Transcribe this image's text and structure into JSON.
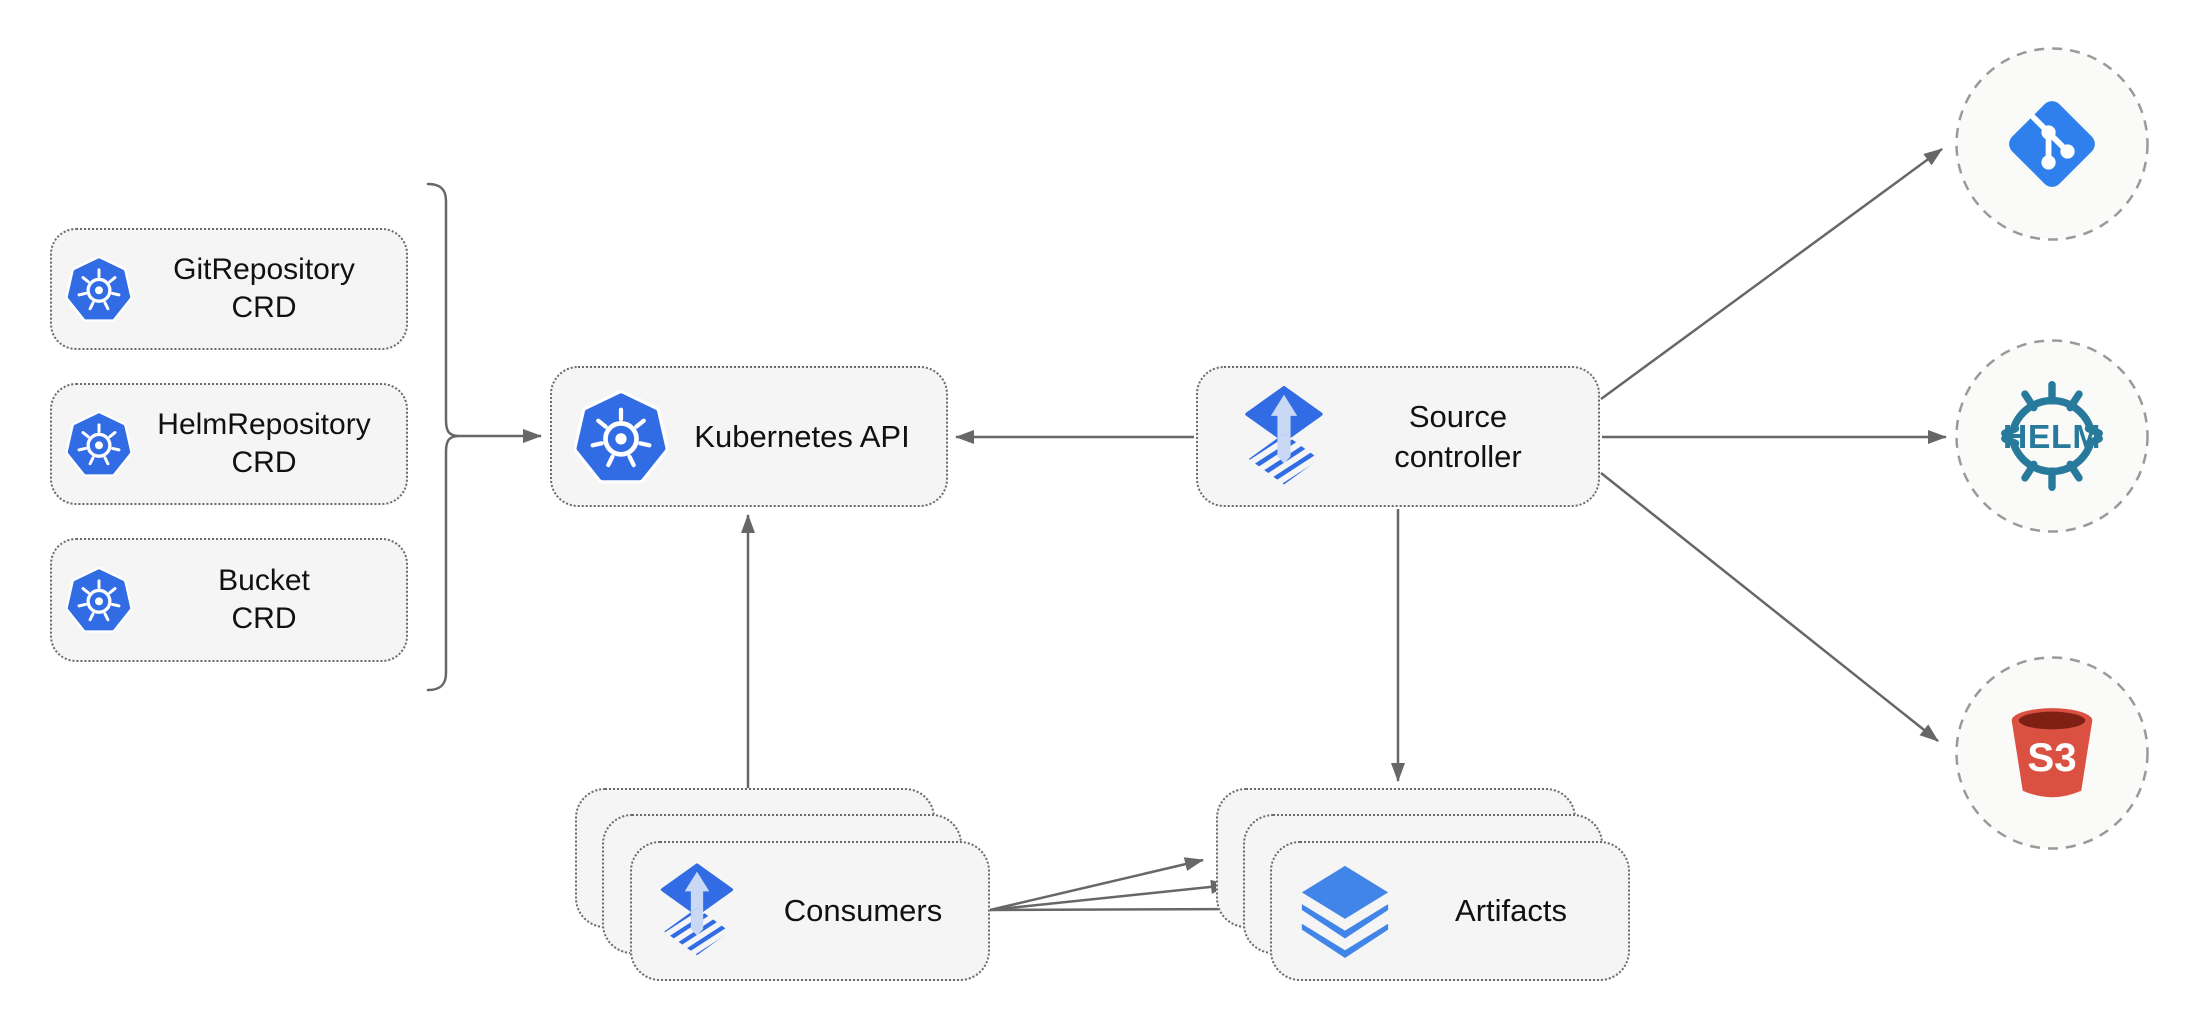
{
  "diagram": {
    "description": "Flux source-controller architecture diagram",
    "nodes": {
      "git_repository_crd": {
        "line1": "GitRepository",
        "line2": "CRD",
        "icon": "kubernetes"
      },
      "helm_repository_crd": {
        "line1": "HelmRepository",
        "line2": "CRD",
        "icon": "kubernetes"
      },
      "bucket_crd": {
        "line1": "Bucket",
        "line2": "CRD",
        "icon": "kubernetes"
      },
      "kubernetes_api": {
        "label": "Kubernetes API",
        "icon": "kubernetes"
      },
      "source_controller": {
        "line1": "Source",
        "line2": "controller",
        "icon": "flux"
      },
      "consumers": {
        "label": "Consumers",
        "icon": "flux",
        "stack_count": 3
      },
      "artifacts": {
        "label": "Artifacts",
        "icon": "layers",
        "stack_count": 3
      },
      "git_endpoint": {
        "icon": "git"
      },
      "helm_endpoint": {
        "icon": "helm",
        "label": "HELM"
      },
      "s3_endpoint": {
        "icon": "s3-bucket",
        "label": "S3"
      }
    },
    "edges": [
      {
        "from": "crd-group-bracket",
        "to": "kubernetes_api",
        "style": "arrow"
      },
      {
        "from": "source_controller",
        "to": "kubernetes_api",
        "style": "arrow"
      },
      {
        "from": "consumers",
        "to": "kubernetes_api",
        "style": "arrow"
      },
      {
        "from": "source_controller",
        "to": "artifacts",
        "style": "arrow"
      },
      {
        "from": "source_controller",
        "to": "git_endpoint",
        "style": "arrow"
      },
      {
        "from": "source_controller",
        "to": "helm_endpoint",
        "style": "arrow"
      },
      {
        "from": "source_controller",
        "to": "s3_endpoint",
        "style": "arrow"
      },
      {
        "from": "consumers",
        "to": "artifacts",
        "style": "triple-fan-arrow"
      }
    ],
    "colors": {
      "kubernetes_blue": "#326CE5",
      "flux_blue": "#316CE4",
      "flux_arrow_light": "#C9D8F5",
      "layers_blue": "#4285E8",
      "git_blue": "#2F80ED",
      "helm_teal": "#277A9C",
      "s3_red": "#DB5141",
      "s3_dark_opening": "#7E2014",
      "node_fill": "#F5F5F5",
      "node_border": "#6B6B6B",
      "circle_fill": "#FAFAF9",
      "circle_border": "#9A9A9A",
      "connector_gray": "#676767",
      "text": "#111111"
    }
  }
}
